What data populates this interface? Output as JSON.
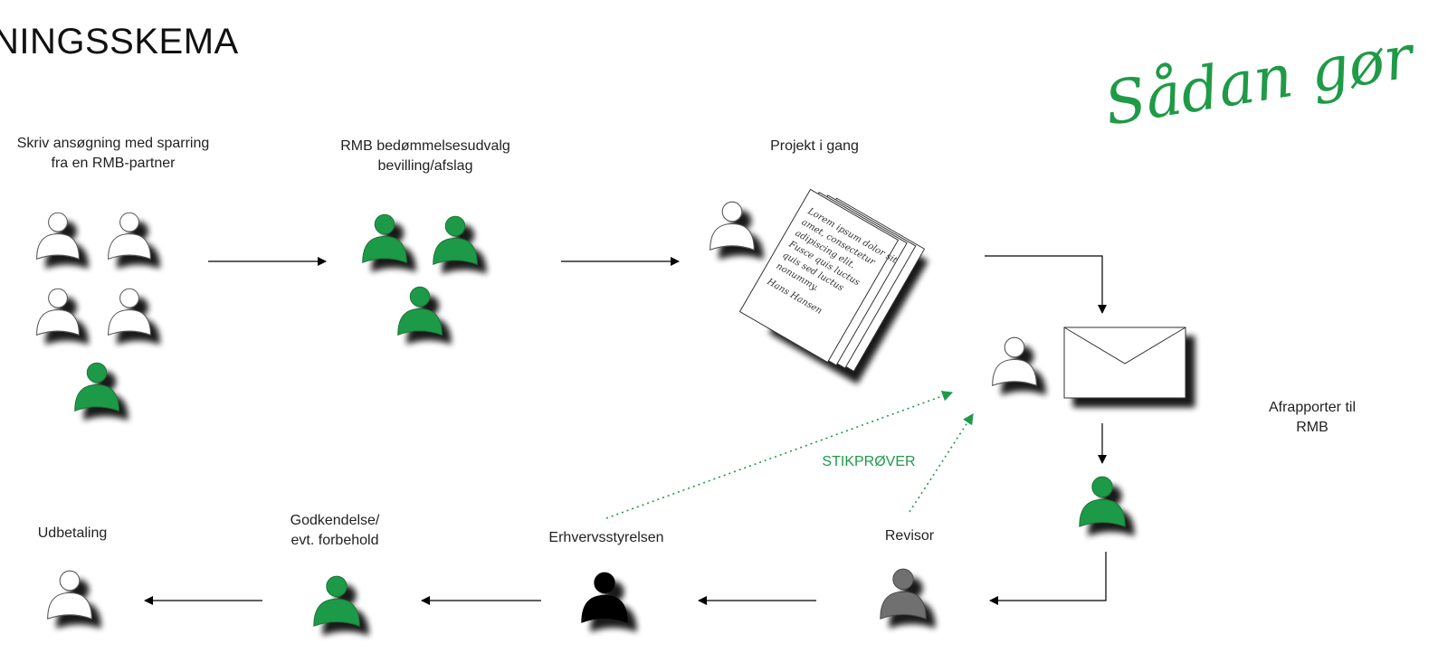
{
  "title": "NINGSSKEMA",
  "logo_text": "Sådan gør du!",
  "letter_text": [
    "Lorem ipsum dolor sit",
    "amet, consectetur",
    "adipiscing elit.",
    "Fusce quis luctus",
    "quis sed luctus",
    "nonummy.",
    "Hans Hansen"
  ],
  "colors": {
    "green": "#1f9a47",
    "white_person": "#ffffff",
    "gray_person": "#707070",
    "black_person": "#000000",
    "dotted": "#1e9a4a"
  },
  "steps": {
    "step1": {
      "line1": "Skriv ansøgning med sparring",
      "line2": "fra en RMB-partner"
    },
    "step2": {
      "line1": "RMB bedømmelsesudvalg",
      "line2": "bevilling/afslag"
    },
    "step3": {
      "line1": "Projekt i gang"
    },
    "step4": {
      "line1": "Afrapporter til",
      "line2": "RMB"
    },
    "step5": {
      "line1": "Revisor"
    },
    "step6": {
      "line1": "Erhvervsstyrelsen"
    },
    "step7": {
      "line1": "Godkendelse/",
      "line2": "evt. forbehold"
    },
    "step8": {
      "line1": "Udbetaling"
    }
  },
  "stikprover": "STIKPRØVER"
}
